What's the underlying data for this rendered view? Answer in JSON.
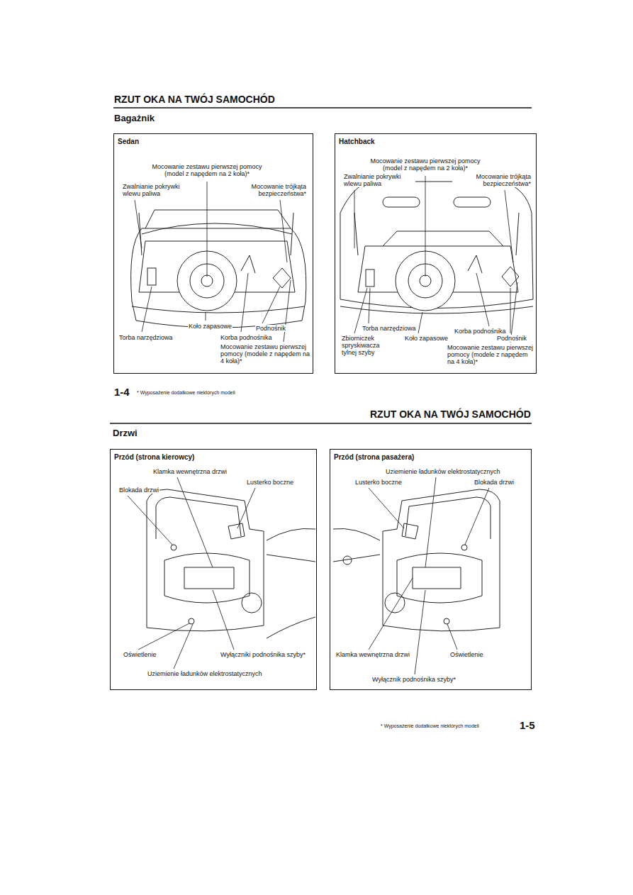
{
  "diagram": {
    "title": "RZUT OKA NA TWÓJ SAMOCHÓD",
    "nodes": [
      {
        "text": [
          "Sedan"
        ]
      },
      {
        "text": [
          "Hatchback"
        ]
      },
      {
        "text": [
          "Przód (strona kierowcy)"
        ]
      },
      {
        "text": [
          "Przód (strona pasażera)"
        ]
      }
    ],
    "labels": [
      "Bagażnik",
      "Mocowanie zestawu pierwszej pomocy (model z napędem na 2 koła)*",
      "Zwalnianie pokrywki wlewu paliwa",
      "Mocowanie trójkąta bezpieczeństwa*",
      "Koło zapasowe",
      "Podnośnik",
      "Torba narzędziowa",
      "Korba podnośnika",
      "Mocowanie zestawu pierwszej pomocy (modele z napędem na 4 koła)*",
      "Mocowanie zestawu pierwszej pomocy (model z napędem na 2 koła)*",
      "Zwalnianie pokrywki wlewu paliwa",
      "Mocowanie trójkąta bezpieczeństwa*",
      "Torba narzędziowa",
      "Korba podnośnika",
      "Zbiorniczek spryskiwacza tylnej szyby",
      "Koło zapasowe",
      "Podnośnik",
      "Mocowanie zestawu pierwszej pomocy (modele z napędem na 4 koła)*",
      "1-4",
      "* Wyposażenie dodatkowe niektórych modeli",
      "RZUT OKA NA TWÓJ SAMOCHÓD",
      "Drzwi",
      "Klamka wewnętrzna drzwi",
      "Lusterko boczne",
      "Blokada drzwi",
      "Oświetlenie",
      "Wyłączniki podnośnika szyby*",
      "Uziemienie ładunków elektrostatycznych",
      "Uziemienie ładunków elektrostatycznych",
      "Lusterko boczne",
      "Blokada drzwi",
      "Klamka wewnętrzna drzwi",
      "Oświetlenie",
      "Wyłącznik podnośnika szyby*",
      "* Wyposażenie dodatkowe niektórych modeli",
      "1-5"
    ]
  }
}
